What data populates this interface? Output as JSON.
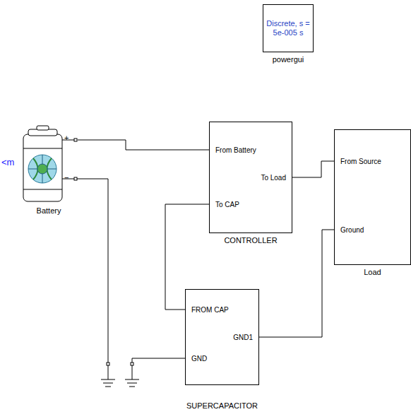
{
  "diagram": {
    "nodes": [
      {
        "text": [
          "Discrete, s = 5e-005 s",
          "powergui"
        ]
      },
      {
        "text": [
          "Battery"
        ]
      },
      {
        "text": [
          "From Battery",
          "To CAP",
          "To Load",
          "CONTROLLER"
        ]
      },
      {
        "text": [
          "From Source",
          "Ground",
          "Load"
        ]
      },
      {
        "text": [
          "FROM CAP",
          "GND",
          "GND1",
          "SUPERCAPACITOR"
        ]
      }
    ],
    "edges": [
      {
        "from": 1,
        "to": 2,
        "arrow": "none"
      },
      {
        "from": 2,
        "to": 3,
        "arrow": "none"
      },
      {
        "from": 2,
        "to": 4,
        "arrow": "none"
      },
      {
        "from": 4,
        "to": 3,
        "arrow": "none"
      }
    ],
    "labels": [
      "<m",
      "+",
      "−"
    ]
  }
}
